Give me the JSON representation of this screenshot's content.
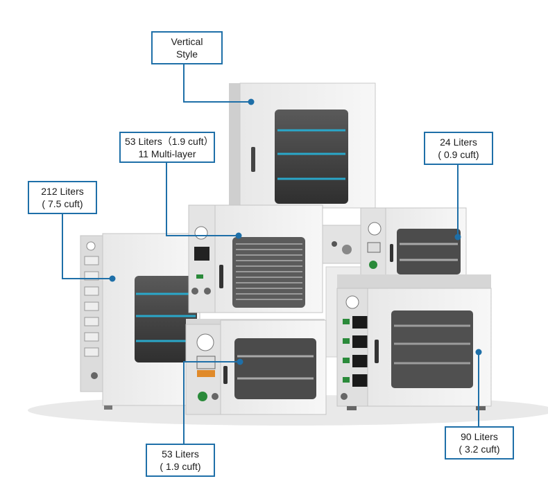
{
  "callouts": {
    "vertical_style": {
      "line1": "Vertical",
      "line2": "Style"
    },
    "oven_53_multilayer": {
      "line1": "53 Liters（1.9 cuft）",
      "line2": "11 Multi-layer"
    },
    "oven_24": {
      "line1": "24 Liters",
      "line2": "( 0.9 cuft)"
    },
    "oven_212": {
      "line1": "212 Liters",
      "line2": "( 7.5 cuft)"
    },
    "oven_53": {
      "line1": "53 Liters",
      "line2": "( 1.9 cuft)"
    },
    "oven_90": {
      "line1": "90 Liters",
      "line2": "( 3.2 cuft)"
    }
  },
  "colors": {
    "callout_line": "#1e6fa8",
    "oven_body": "#f0f0f0",
    "oven_side": "#d9d9d9",
    "control_panel": "#e6e6e6",
    "window_glass": "#4a4a4a",
    "shelf": "#2aa7c9"
  }
}
